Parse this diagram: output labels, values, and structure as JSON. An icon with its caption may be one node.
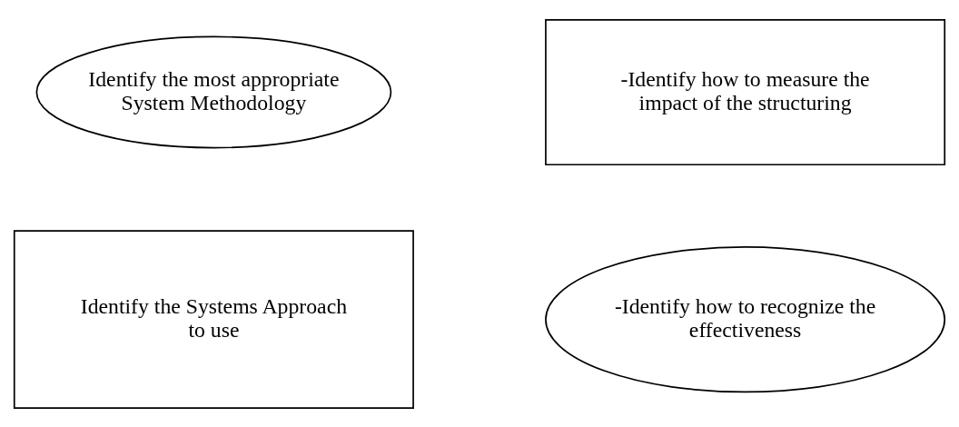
{
  "diagram": {
    "nodes": [
      {
        "text": [
          "Identify the most appropriate System Methodology"
        ]
      },
      {
        "text": [
          "-Identify how to measure the impact of the structuring"
        ]
      },
      {
        "text": [
          "Identify the Systems Approach to use"
        ]
      },
      {
        "text": [
          "-Identify how to recognize the effectiveness"
        ]
      }
    ]
  }
}
